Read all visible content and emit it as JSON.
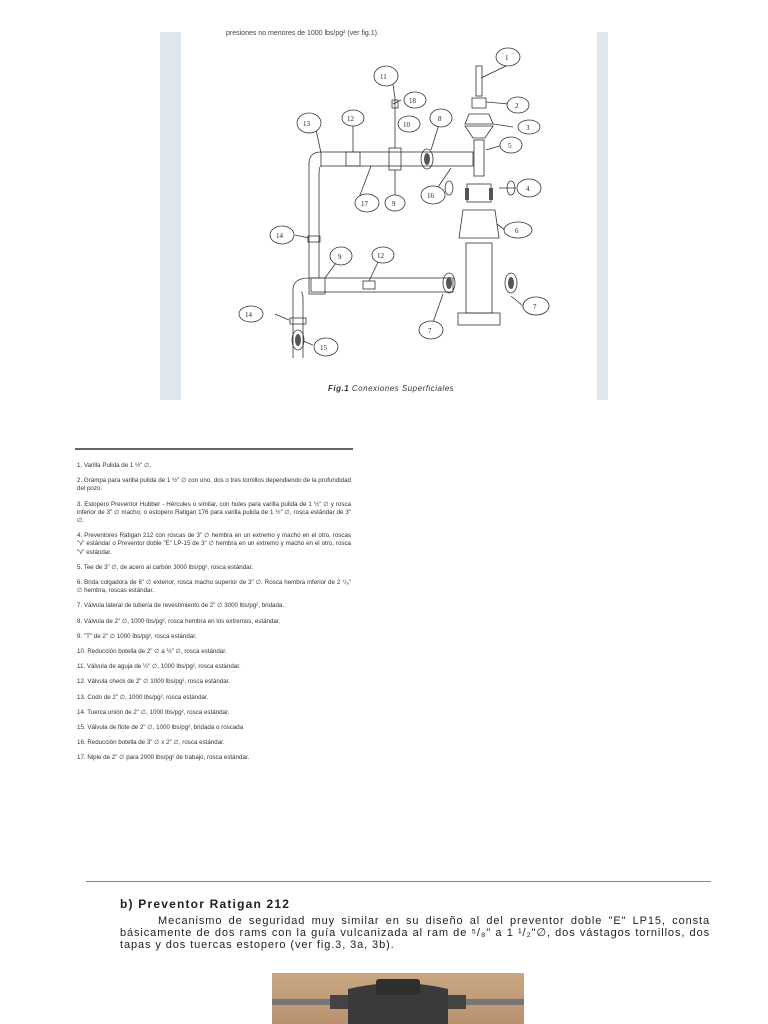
{
  "header_fragment": "presiones no menores de 1000 lbs/pg² (ver fig.1).",
  "figure": {
    "caption_prefix": "Fig.1",
    "caption_text": "Conexiones Superficiales",
    "callouts": [
      "1",
      "2",
      "3",
      "4",
      "5",
      "6",
      "7",
      "7",
      "8",
      "9",
      "9",
      "10",
      "11",
      "12",
      "12",
      "13",
      "14",
      "14",
      "15",
      "16",
      "17",
      "18"
    ]
  },
  "legend": [
    "1. Varilla Pulida de 1 ½\" ∅.",
    "2. Grampa para varilla pulida de 1 ½\" ∅ con uno, dos o tres tornillos dependiendo de la profundidad del pozo.",
    "3. Estopero Preventor Hubber - Hércules o similar, con hules para varilla pulida de 1 ½\" ∅ y rosca inferior de 3\" ∅ macho; o estopero Ratigan 176 para varilla pulida de 1 ½\" ∅, rosca estándar de 3\" ∅.",
    "4. Preventores Ratigan 212 con roscas de 3\" ∅ hembra en un extremo y macho en el otro, roscas \"v\" estándar o Preventor doble \"E\" LP-15 de 3\" ∅ hembra en un extremo y macho en el otro, rosca \"v\" estándar.",
    "5. Tee de 3\" ∅, de acero al carbón 3000 lbs/pg², rosca estándar.",
    "6. Brida colgadora de 6\" ∅ exterior, rosca macho superior de 3\" ∅. Rosca hembra inferior de 2 ⁷/₈\" ∅ hembra, roscas estándar.",
    "7. Válvula lateral de tubería de revestimiento de 2\" ∅ 3000 lbs/pg², bridada.",
    "8. Válvula de 2\" ∅, 1000 lbs/pg², rosca hembra en los extremos, estándar.",
    "9. \"T\" de 2\" ∅ 1000 lbs/pg², rosca estándar.",
    "10. Reducción botella de 2\" ∅ a ½\" ∅, rosca estándar.",
    "11. Válvula de aguja de ½\" ∅, 1000 lbs/pg², rosca estándar.",
    "12. Válvula check de 2\" ∅ 1000 lbs/pg², rosca estándar.",
    "13. Codo de 2\" ∅, 1000 lbs/pg², rosca estándar.",
    "14. Tuerca unión de 2\" ∅, 1000 lbs/pg², rosca estándar.",
    "15. Válvula de flote de 2\" ∅, 1000 lbs/pg², bridada o roscada",
    "16. Reducción botella de 3\" ∅ x 2\" ∅, rosca estándar.",
    "17. Niple de 2\" ∅ para 2000 lbs/pg² de trabajo, rosca estándar."
  ],
  "section": {
    "title": "b) Preventor Ratigan 212",
    "body": "Mecanismo de seguridad muy similar en su diseño al del preventor doble \"E\" LP15, consta básicamente de dos rams con la guía vulcanizada al ram de ⁵/₈\" a 1 ¹/₂\"∅, dos vástagos tornillos, dos tapas y dos tuercas estopero (ver fig.3, 3a, 3b)."
  }
}
